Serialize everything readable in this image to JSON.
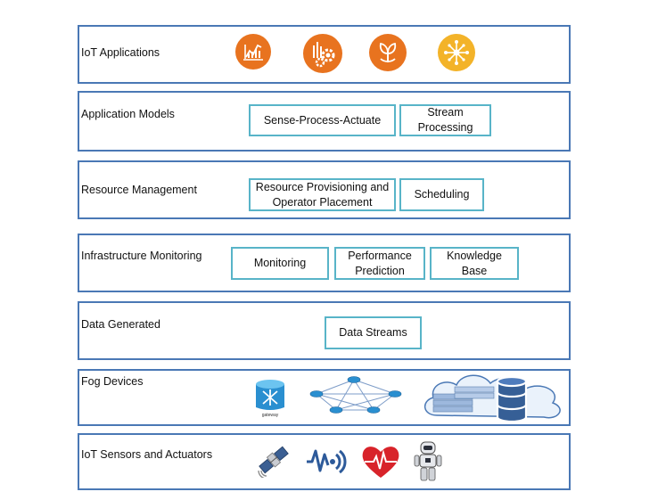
{
  "layers": [
    {
      "title": "IoT Applications",
      "icons": [
        "analytics-chart-icon",
        "industrial-process-gear-icon",
        "smart-agriculture-plant-icon",
        "connected-network-hub-icon"
      ]
    },
    {
      "title": "Application Models",
      "boxes": [
        "Sense-Process-Actuate",
        "Stream Processing"
      ]
    },
    {
      "title": "Resource Management",
      "boxes": [
        "Resource Provisioning and Operator Placement",
        "Scheduling"
      ]
    },
    {
      "title": "Infrastructure Monitoring",
      "boxes": [
        "Monitoring",
        "Performance Prediction",
        "Knowledge Base"
      ]
    },
    {
      "title": "Data Generated",
      "boxes": [
        "Data Streams"
      ]
    },
    {
      "title": "Fog Devices",
      "icons": [
        "gateway-router-icon",
        "network-topology-icon",
        "cloud-datacenter-icon"
      ],
      "gateway_label": "gateway"
    },
    {
      "title": "IoT Sensors and Actuators",
      "icons": [
        "satellite-icon",
        "wireless-signal-sensor-icon",
        "heart-rate-monitor-icon",
        "robot-icon"
      ]
    }
  ],
  "colors": {
    "layer_border": "#4a78b5",
    "box_border": "#58b4c8",
    "app_icon_orange": "#e8731f",
    "app_icon_gold": "#f3b329"
  }
}
